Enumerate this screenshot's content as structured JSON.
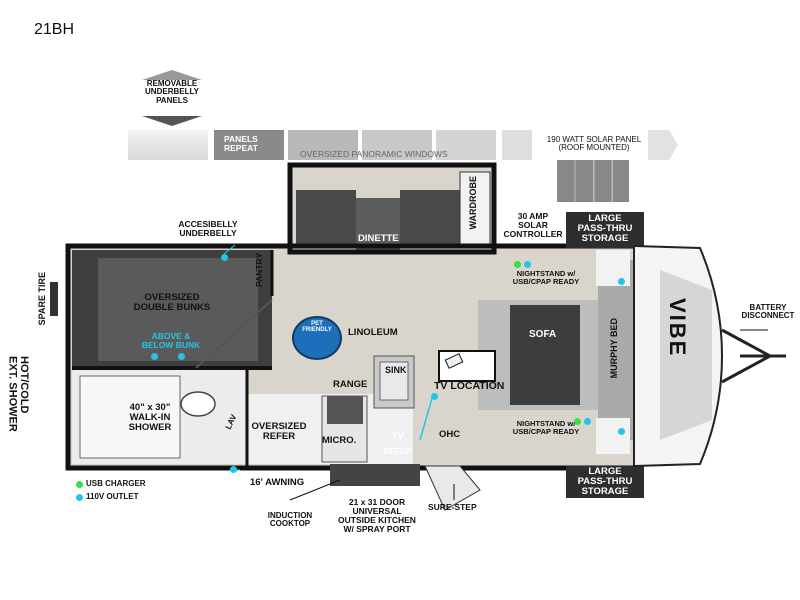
{
  "model": "21BH",
  "top": {
    "removable_underbelly": "REMOVABLE\nUNDERBELLY\nPANELS",
    "panels_repeat": "PANELS\nREPEAT",
    "windows": "OVERSIZED PANORAMIC WINDOWS",
    "solar_panel": "190 WATT SOLAR PANEL\n(ROOF MOUNTED)"
  },
  "labels": {
    "dinette": "DINETTE",
    "wardrobe": "WARDROBE",
    "solar_controller": "30 AMP\nSOLAR\nCONTROLLER",
    "accessible_underbelly": "ACCESIBELLY\nUNDERBELLY",
    "pantry": "PANTRY",
    "bunks": "OVERSIZED\nDOUBLE BUNKS",
    "above_below_bunk": "ABOVE &\nBELOW BUNK",
    "spare_tire": "SPARE TIRE",
    "ext_shower": "HOT/COLD\nEXT. SHOWER",
    "shower": "40\" x 30\"\nWALK-IN\nSHOWER",
    "lav": "LAV",
    "linoleum": "LINOLEUM",
    "pet_friendly": "PET\nFRIENDLY",
    "range": "RANGE",
    "sink": "SINK",
    "tv_location": "TV LOCATION",
    "refer": "OVERSIZED\nREFER",
    "micro": "MICRO.",
    "tv": "TV",
    "tv_refer": "REFER",
    "ohc": "OHC",
    "sofa": "SOFA",
    "murphy_bed": "MURPHY BED",
    "nightstand_top": "NIGHTSTAND w/\nUSB/CPAP READY",
    "nightstand_bottom": "NIGHTSTAND w/\nUSB/CPAP READY",
    "storage_top": "LARGE\nPASS-THRU\nSTORAGE",
    "storage_bottom": "LARGE\nPASS-THRU\nSTORAGE",
    "battery_disconnect": "BATTERY\nDISCONNECT",
    "awning": "16' AWNING",
    "induction": "INDUCTION\nCOOKTOP",
    "outside_kitchen": "21 x 31 DOOR\nUNIVERSAL\nOUTSIDE KITCHEN\nW/ SPRAY PORT",
    "sure_step": "SURE-STEP",
    "brand": "VIBE"
  },
  "legend": [
    {
      "label": "USB CHARGER",
      "color": "#3fdc4a"
    },
    {
      "label": "110V OUTLET",
      "color": "#22c6e8"
    }
  ],
  "colors": {
    "outlet": "#22c6e8",
    "usb": "#3fdc4a",
    "pet_badge": "#1d6fb8"
  }
}
